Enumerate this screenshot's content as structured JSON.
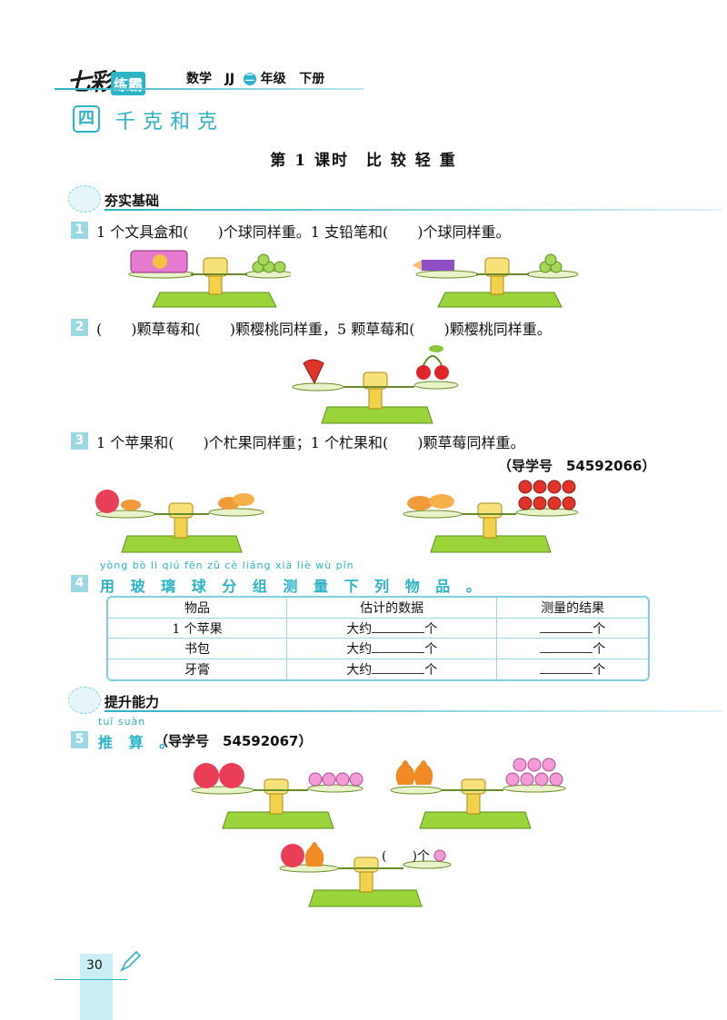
{
  "header": {
    "brand_prefix": "七彩",
    "brand_box": "练霸",
    "subject": "数学",
    "edition": "JJ",
    "grade_num": "二",
    "grade_suffix": "年级",
    "volume": "下册"
  },
  "chapter": {
    "number": "四",
    "title": "千克和克"
  },
  "lesson_title": "第 1 课时　比 较 轻 重",
  "sections": [
    {
      "title": "夯实基础"
    },
    {
      "title": "提升能力"
    }
  ],
  "questions": {
    "q1": {
      "num": "1",
      "text": "1 个文具盒和(　　)个球同样重。1 支铅笔和(　　)个球同样重。"
    },
    "q2": {
      "num": "2",
      "text": "(　　)颗草莓和(　　)颗樱桃同样重，5 颗草莓和(　　)颗樱桃同样重。"
    },
    "q3": {
      "num": "3",
      "text": "1 个苹果和(　　)个杧果同样重；1 个杧果和(　　)颗草莓同样重。",
      "guide": "（导学号　54592066）"
    },
    "q4": {
      "num": "4",
      "pinyin": "yòng bō  li  qiú fēn zǔ cè liáng xià liè wù pǐn",
      "text": "用 玻 璃 球 分 组 测 量 下 列 物 品 。"
    },
    "q5": {
      "num": "5",
      "pinyin": "tuī suàn",
      "text": "推 算 。",
      "guide": "（导学号　54592067）",
      "blank_suffix": "(　　)个"
    }
  },
  "table": {
    "headers": [
      "物品",
      "估计的数据",
      "测量的结果"
    ],
    "rows": [
      {
        "item": "1 个苹果",
        "est_prefix": "大约",
        "unit": "个"
      },
      {
        "item": "书包",
        "est_prefix": "大约",
        "unit": "个"
      },
      {
        "item": "牙膏",
        "est_prefix": "大约",
        "unit": "个"
      }
    ]
  },
  "page_number": "30",
  "colors": {
    "accent": "#2bb3c6",
    "scale": "#9bd33a",
    "scale_base": "#8cc63f"
  }
}
